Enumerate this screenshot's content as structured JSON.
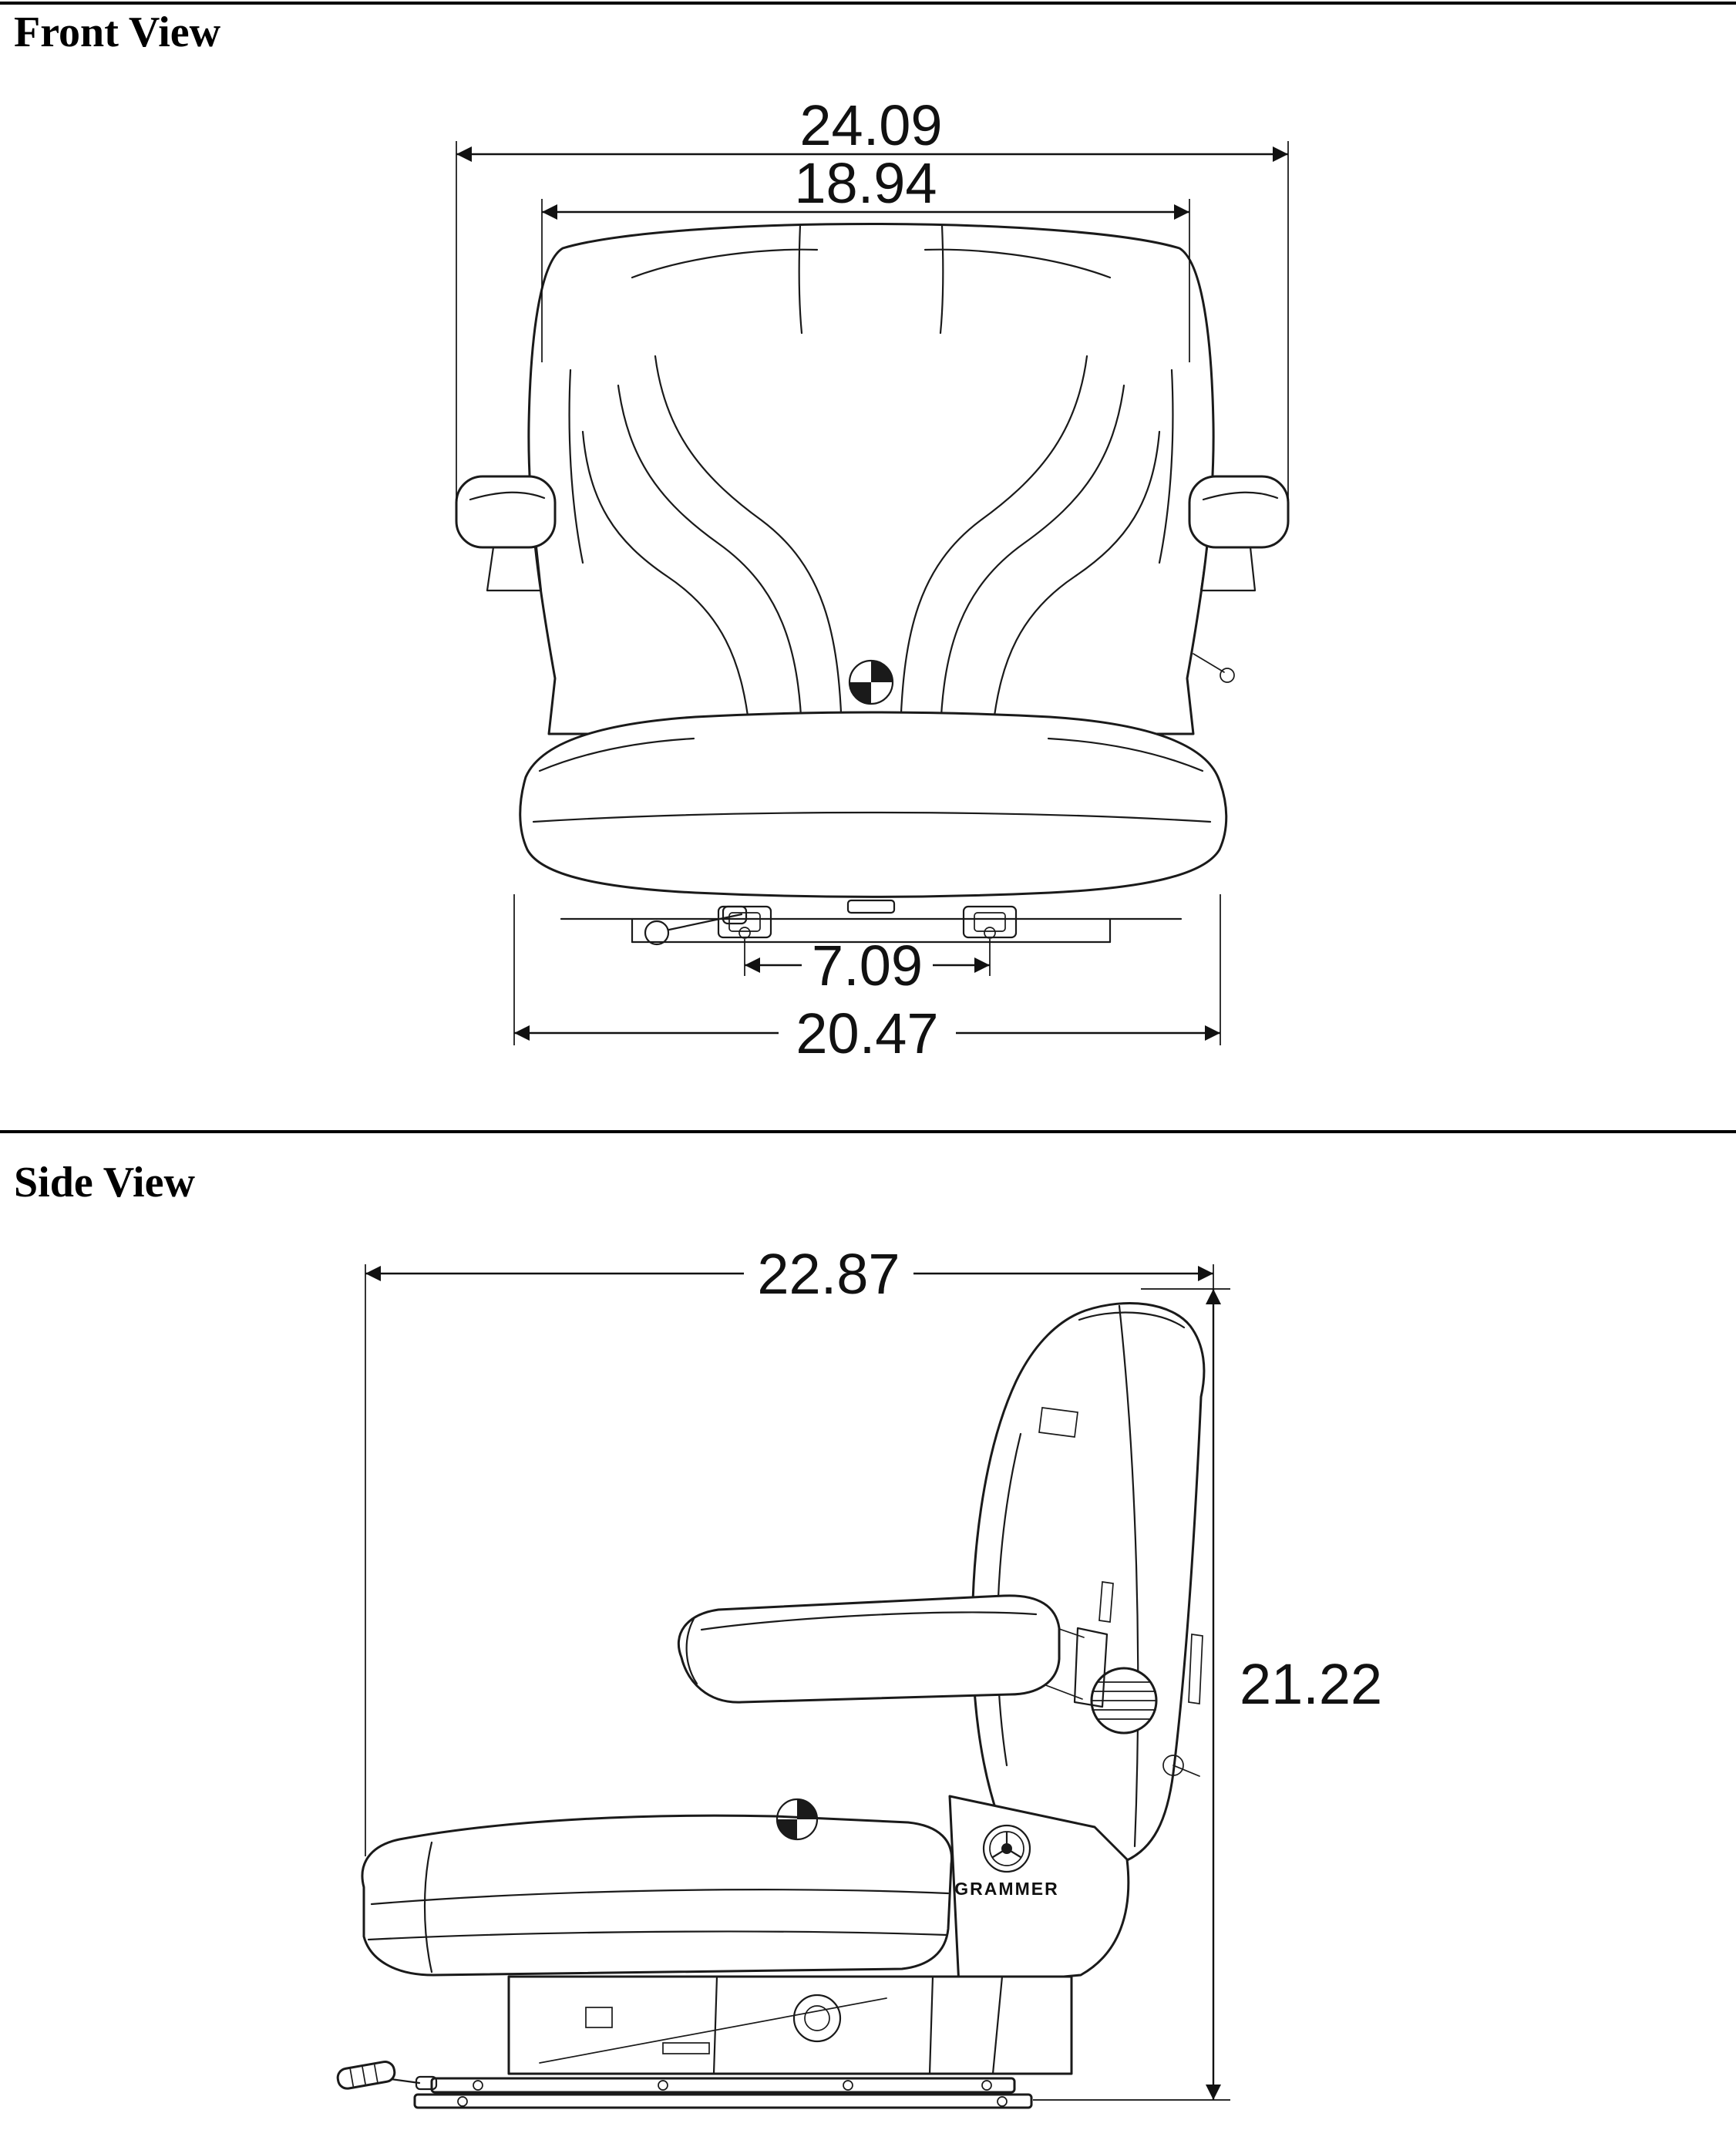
{
  "colors": {
    "line": "#1a1a1a",
    "background": "#ffffff"
  },
  "front_view": {
    "title": "Front View",
    "dimensions": {
      "overall_width": "24.09",
      "backrest_width": "18.94",
      "mount_spacing": "7.09",
      "base_width": "20.47"
    }
  },
  "side_view": {
    "title": "Side View",
    "dimensions": {
      "overall_depth": "22.87",
      "overall_height": "21.22"
    },
    "brand": "GRAMMER"
  }
}
